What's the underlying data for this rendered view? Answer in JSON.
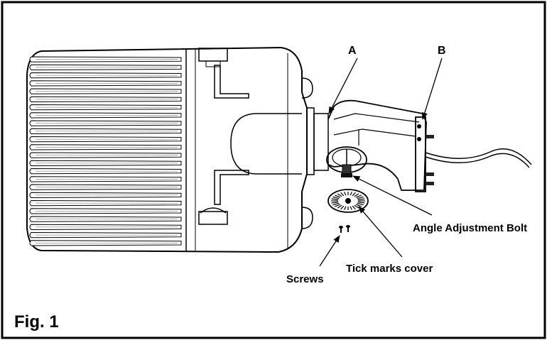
{
  "figure": {
    "caption": "Fig. 1",
    "callouts": {
      "a": "A",
      "b": "B",
      "angle_bolt": "Angle Adjustment Bolt",
      "tick_cover": "Tick marks cover",
      "screws": "Screws"
    }
  }
}
